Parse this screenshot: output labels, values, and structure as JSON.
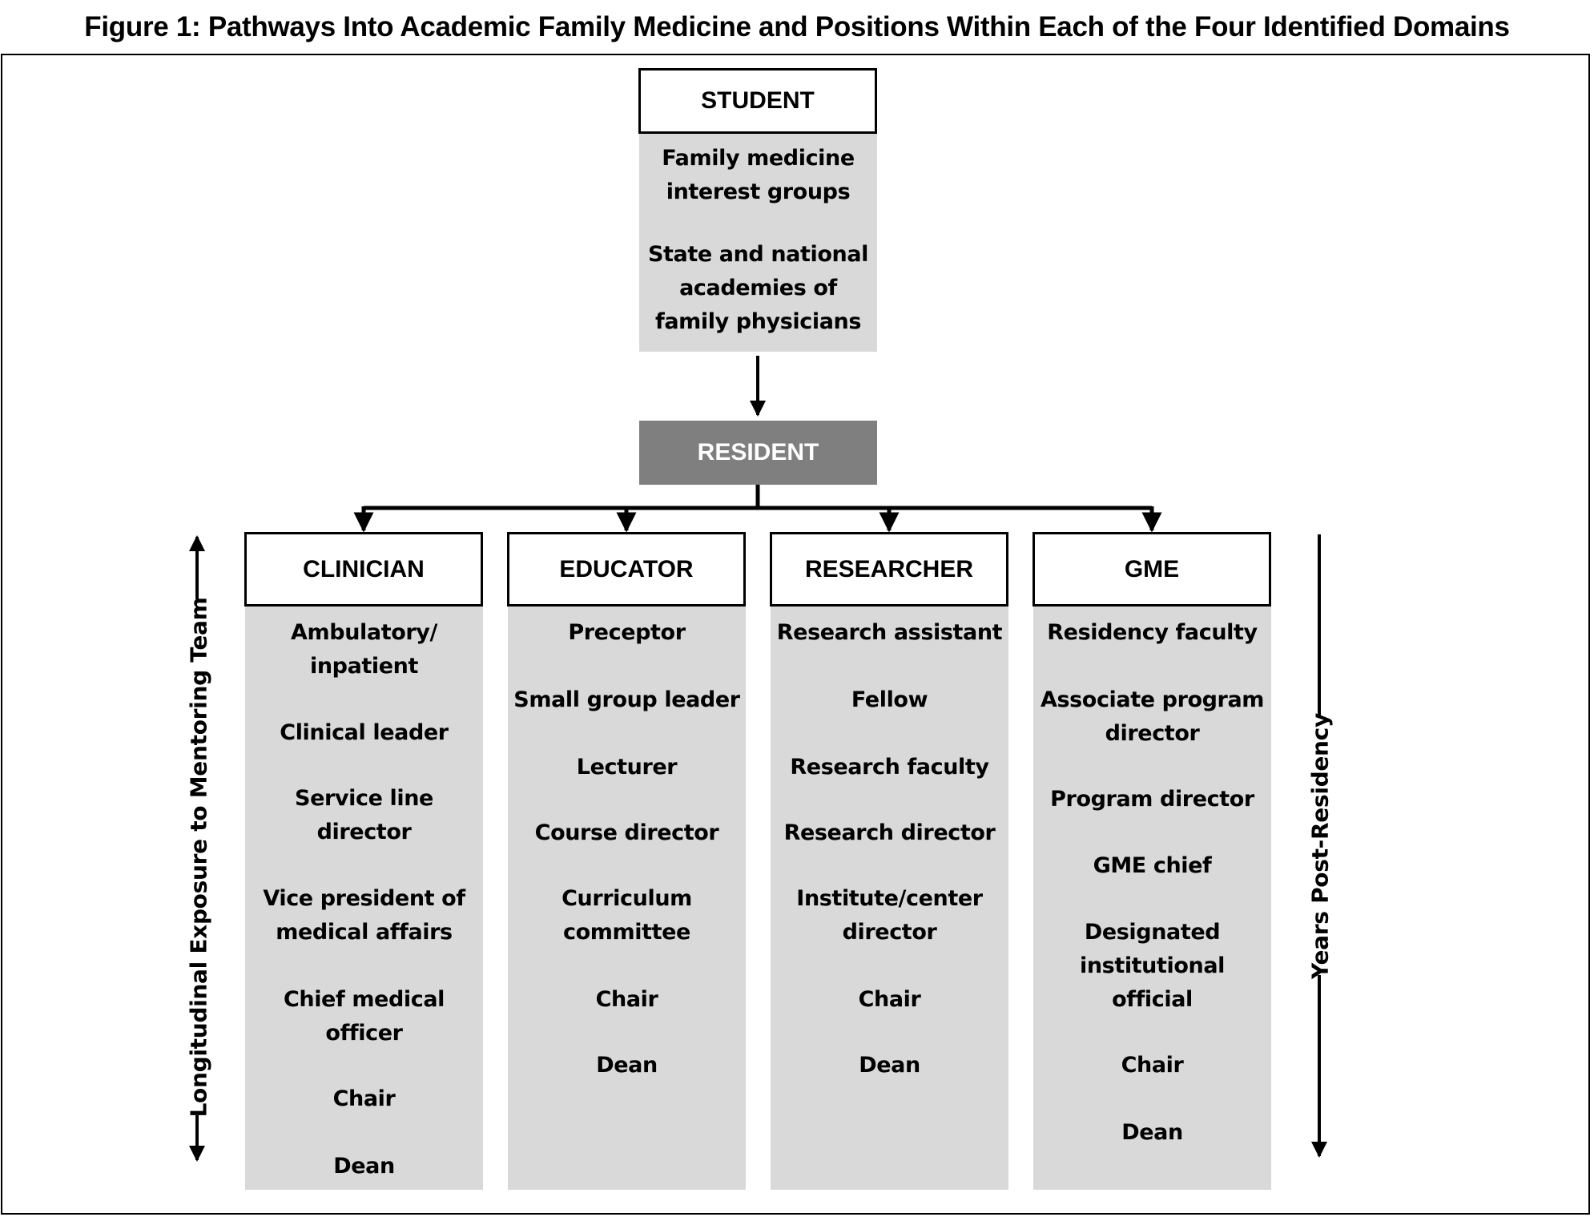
{
  "title": "Figure 1: Pathways Into Academic Family Medicine and Positions Within Each of the Four Identified Domains",
  "student": {
    "label": "STUDENT",
    "items": [
      [
        "Family medicine",
        "interest groups"
      ],
      [
        "State and national",
        "academies of",
        "family physicians"
      ]
    ]
  },
  "resident": {
    "label": "RESIDENT"
  },
  "left_axis": "Longitudinal Exposure to Mentoring Team",
  "right_axis": "Years Post-Residency",
  "domains": [
    {
      "label": "CLINICIAN",
      "items": [
        [
          "Ambulatory/",
          "inpatient"
        ],
        [
          "Clinical leader"
        ],
        [
          "Service line",
          "director"
        ],
        [
          "Vice president of",
          "medical affairs"
        ],
        [
          "Chief medical",
          "officer"
        ],
        [
          "Chair"
        ],
        [
          "Dean"
        ]
      ]
    },
    {
      "label": "EDUCATOR",
      "items": [
        [
          "Preceptor"
        ],
        [
          "Small group leader"
        ],
        [
          "Lecturer"
        ],
        [
          "Course director"
        ],
        [
          "Curriculum",
          "committee"
        ],
        [
          "Chair"
        ],
        [
          "Dean"
        ]
      ]
    },
    {
      "label": "RESEARCHER",
      "items": [
        [
          "Research assistant"
        ],
        [
          "Fellow"
        ],
        [
          "Research faculty"
        ],
        [
          "Research director"
        ],
        [
          "Institute/center",
          "director"
        ],
        [
          "Chair"
        ],
        [
          "Dean"
        ]
      ]
    },
    {
      "label": "GME",
      "items": [
        [
          "Residency faculty"
        ],
        [
          "Associate program",
          "director"
        ],
        [
          "Program director"
        ],
        [
          "GME chief"
        ],
        [
          "Designated",
          "institutional",
          "official"
        ],
        [
          "Chair"
        ],
        [
          "Dean"
        ]
      ]
    }
  ]
}
